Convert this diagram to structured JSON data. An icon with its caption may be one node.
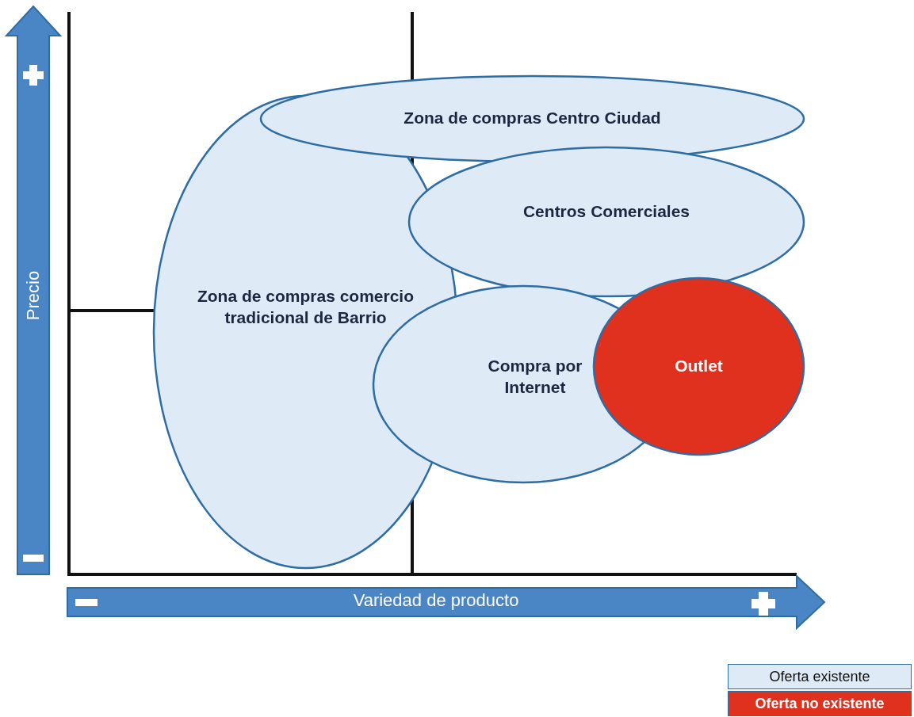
{
  "diagram": {
    "nodes": [
      {
        "text": [
          "Zona de compras Centro Ciudad"
        ]
      },
      {
        "text": [
          "Zona de compras comercio tradicional de Barrio"
        ]
      },
      {
        "text": [
          "Centros Comerciales"
        ]
      },
      {
        "text": [
          "Compra por Internet"
        ]
      },
      {
        "text": [
          "Outlet"
        ]
      }
    ],
    "edges": [],
    "labels": [
      "Precio",
      "Variedad de producto"
    ],
    "legend": [
      {
        "text": "Oferta existente",
        "color": "#deebf7"
      },
      {
        "text": "Oferta no existente",
        "color": "#e0301e"
      }
    ]
  }
}
